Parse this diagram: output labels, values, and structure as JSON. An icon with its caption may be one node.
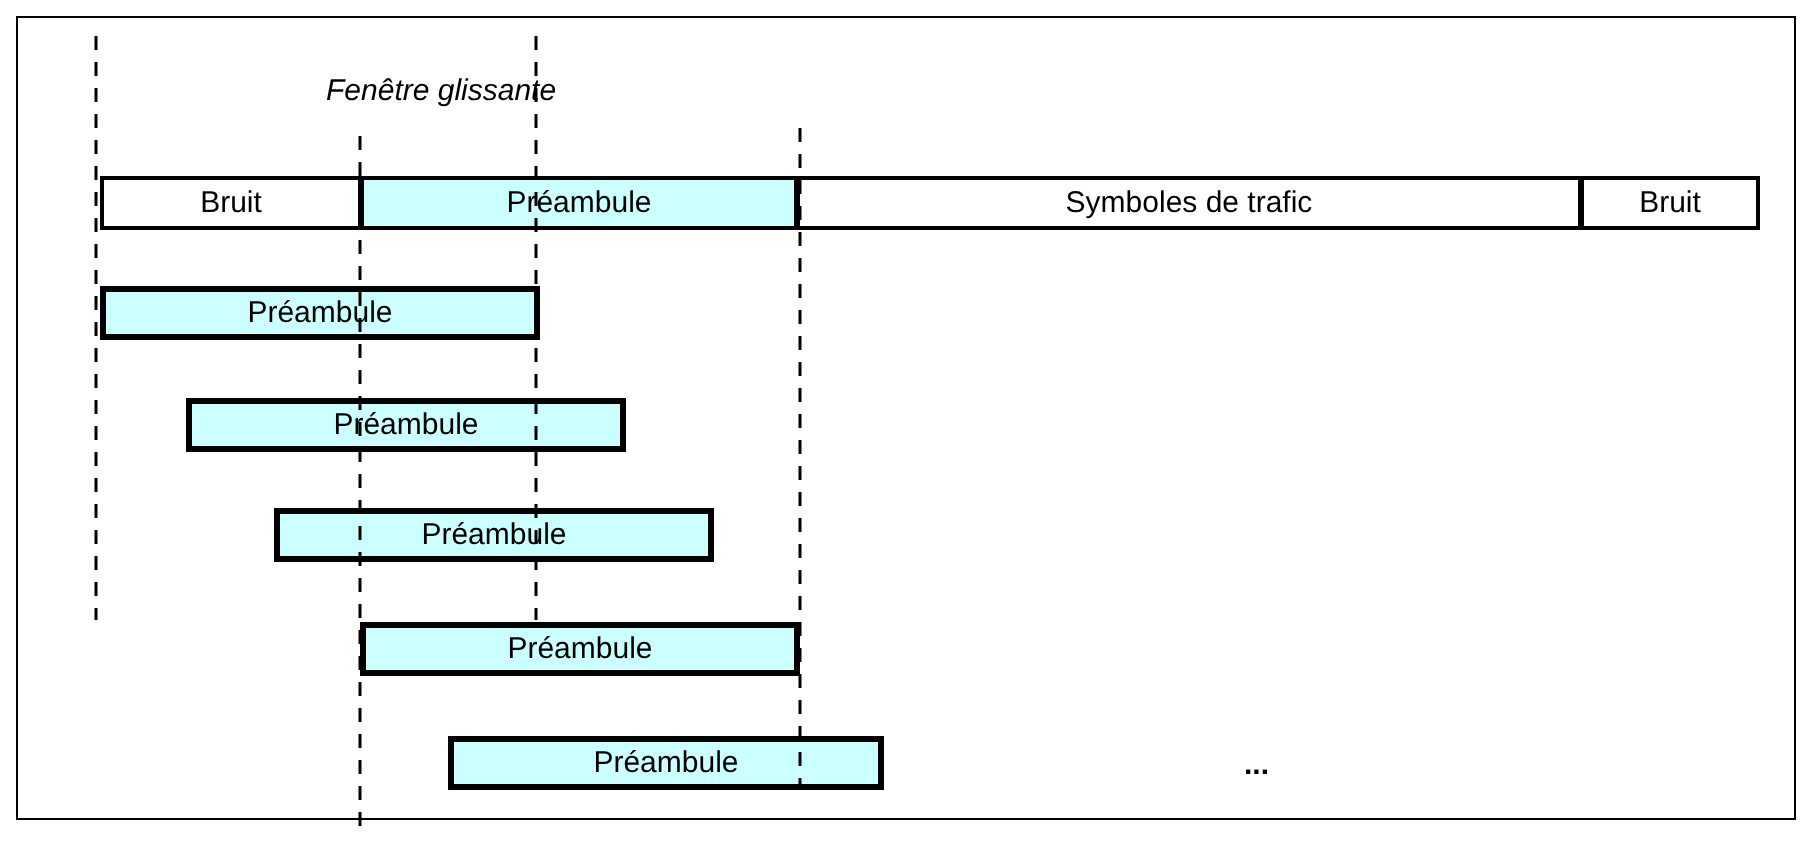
{
  "diagram": {
    "nodes": [
      {
        "text": [
          "Bruit"
        ]
      },
      {
        "text": [
          "Préambule"
        ]
      },
      {
        "text": [
          "Symboles de trafic"
        ]
      },
      {
        "text": [
          "Bruit"
        ]
      },
      {
        "text": [
          "Préambule"
        ]
      },
      {
        "text": [
          "Préambule"
        ]
      },
      {
        "text": [
          "Préambule"
        ]
      },
      {
        "text": [
          "Préambule"
        ]
      },
      {
        "text": [
          "Préambule"
        ]
      }
    ],
    "labels": [
      "Fenêtre glissante",
      "..."
    ]
  }
}
